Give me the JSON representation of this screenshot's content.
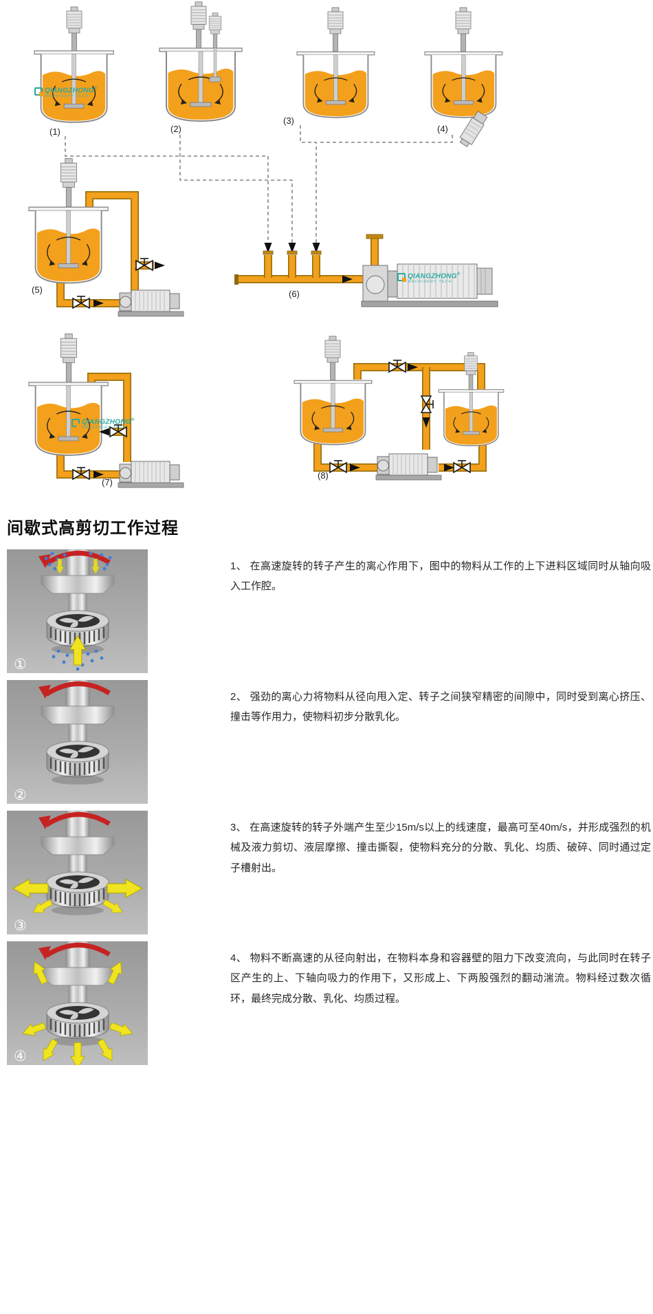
{
  "section": {
    "title": "间歇式高剪切工作过程"
  },
  "process_diagrams": {
    "labels": {
      "d1": "(1)",
      "d2": "(2)",
      "d3": "(3)",
      "d4": "(4)",
      "d5": "(5)",
      "d6": "(6)",
      "d7": "(7)",
      "d8": "(8)"
    },
    "logo": {
      "name": "QIANGZHONG",
      "reg": "®",
      "tagline": "MACHINERY TECH"
    }
  },
  "steps": [
    {
      "badge": "①",
      "text": "1、 在高速旋转的转子产生的离心作用下，图中的物料从工作的上下进料区域同时从轴向吸入工作腔。"
    },
    {
      "badge": "②",
      "text": "2、 强劲的离心力将物料从径向甩入定、转子之间狭窄精密的间隙中，同时受到离心挤压、撞击等作用力，使物料初步分散乳化。"
    },
    {
      "badge": "③",
      "text": "3、 在高速旋转的转子外端产生至少15m/s以上的线速度，最高可至40m/s，并形成强烈的机械及液力剪切、液层摩擦、撞击撕裂，使物料充分的分散、乳化、均质、破碎、同时通过定子槽射出。"
    },
    {
      "badge": "④",
      "text": "4、 物料不断高速的从径向射出，在物料本身和容器壁的阻力下改变流向，与此同时在转子区产生的上、下轴向吸力的作用下，又形成上、下两股强烈的翻动湍流。物料经过数次循环，最终完成分散、乳化、均质过程。"
    }
  ],
  "colors": {
    "liquid": "#F3A01C",
    "pipe": "#F3A01C",
    "logo_teal": "#2BA8A0",
    "rotation_arrow": "#C62222"
  }
}
